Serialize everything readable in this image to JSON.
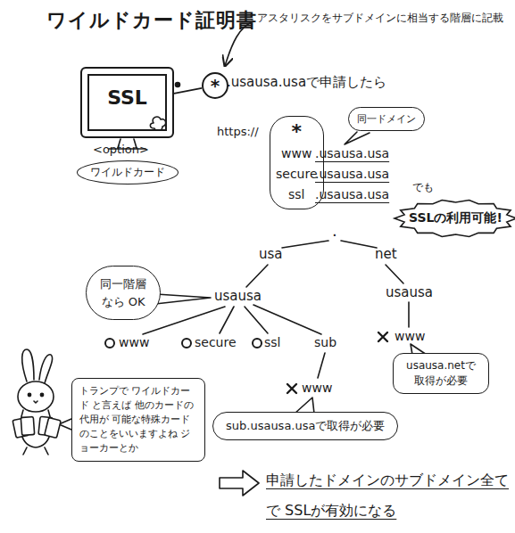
{
  "diagram": {
    "title": "ワイルドカード証明書",
    "nodes": [
      {
        "text": [
          "SSL"
        ]
      },
      {
        "text": [
          "*"
        ]
      },
      {
        "text": [
          "ワイルドカード"
        ]
      },
      {
        "text": [
          "*",
          "www",
          "secure",
          "ssl"
        ]
      },
      {
        "text": [
          "同一ドメイン"
        ]
      },
      {
        "text": [
          "でも",
          "SSLの利用可能!"
        ]
      },
      {
        "text": [
          "同一階層なら OK"
        ]
      },
      {
        "text": [
          "usausa.netで 取得が必要"
        ]
      },
      {
        "text": [
          "sub.usausa.usaで取得が必要"
        ]
      },
      {
        "text": [
          "トランプで ワイルドカード と言えば 他のカードの代用が 可能な特殊カード のことをいいますよね ジョーカーとか"
        ]
      }
    ],
    "edges": [
      {
        "from": 0,
        "to": 1,
        "arrow": "none"
      }
    ],
    "labels": [
      "アスタリスクをサブドメインに相当する階層に記載",
      ".usausa.usaで申請したら",
      "<option>",
      "https://",
      ".usausa.usa",
      ".usausa.usa",
      ".usausa.usa",
      ".",
      "usa",
      "net",
      "usausa",
      "usausa",
      "www",
      "secure",
      "ssl",
      "sub",
      "www",
      "www",
      "申請したドメインのサブドメイン全てで SSLが有効になる"
    ]
  }
}
